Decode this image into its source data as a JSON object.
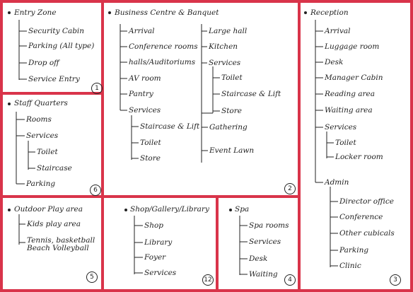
{
  "colors": {
    "frame": "#d9344a",
    "ink": "#222222"
  },
  "zones": {
    "entry": {
      "title": "Entry Zone",
      "number": "1",
      "items": [
        "Security Cabin",
        "Parking (All type)",
        "Drop off",
        "Service Entry"
      ]
    },
    "staff": {
      "title": "Staff Quarters",
      "number": "6",
      "items": [
        "Rooms",
        "Services",
        "Toilet",
        "Staircase",
        "Parking"
      ]
    },
    "outdoor": {
      "title": "Outdoor Play area",
      "number": "5",
      "items": [
        "Kids play area",
        "Tennis, basketball",
        "Beach Volleyball"
      ]
    },
    "business": {
      "title": "Business Centre & Banquet",
      "number": "2",
      "left": [
        "Arrival",
        "Conference rooms",
        "halls/Auditoriums",
        "AV room",
        "Pantry",
        "Services",
        "Staircase & Lift",
        "Toilet",
        "Store"
      ],
      "right": [
        "Large hall",
        "Kitchen",
        "Services",
        "Toilet",
        "Staircase & Lift",
        "Store",
        "Gathering",
        "Event Lawn"
      ]
    },
    "shop": {
      "title": "Shop/Gallery/Library",
      "number": "12",
      "items": [
        "Shop",
        "Library",
        "Foyer",
        "Services"
      ]
    },
    "spa": {
      "title": "Spa",
      "number": "4",
      "items": [
        "Spa rooms",
        "Services",
        "Desk",
        "Waiting"
      ]
    },
    "reception": {
      "title": "Reception",
      "number": "3",
      "items": [
        "Arrival",
        "Luggage room",
        "Desk",
        "Manager Cabin",
        "Reading area",
        "Waiting area",
        "Services",
        "Toilet",
        "Locker room",
        "Admin",
        "Director office",
        "Conference",
        "Other cubicals",
        "Parking",
        "Clinic"
      ]
    }
  }
}
